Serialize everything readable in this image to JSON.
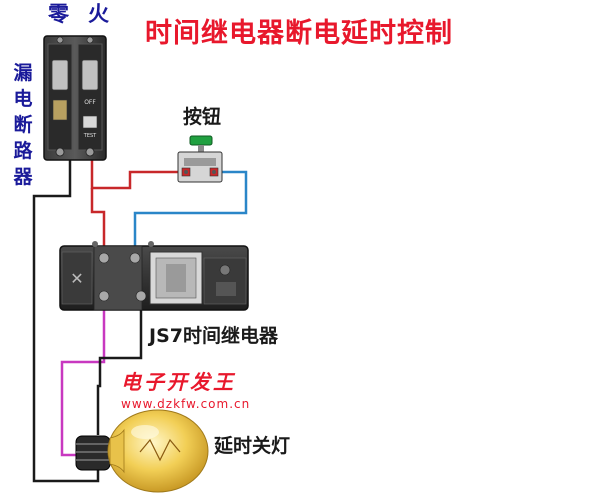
{
  "title": "时间继电器断电延时控制",
  "labels": {
    "neutral": "零",
    "live": "火",
    "breaker": "漏电断路器",
    "button": "按钮",
    "relay": "JS7时间继电器",
    "lamp": "延时关灯"
  },
  "breaker_text": {
    "off": "OFF",
    "test": "TEST"
  },
  "watermark": {
    "brand": "电子开发王",
    "url": "www.dzkfw.com.cn"
  },
  "colors": {
    "title": "#e8182c",
    "label_blue": "#1a1a9a",
    "wire_red": "#c8282a",
    "wire_blue": "#2a86c8",
    "wire_black": "#1a1a1a",
    "wire_magenta": "#c838c0",
    "button_green": "#20a040",
    "bulb": "#f2cf56"
  }
}
